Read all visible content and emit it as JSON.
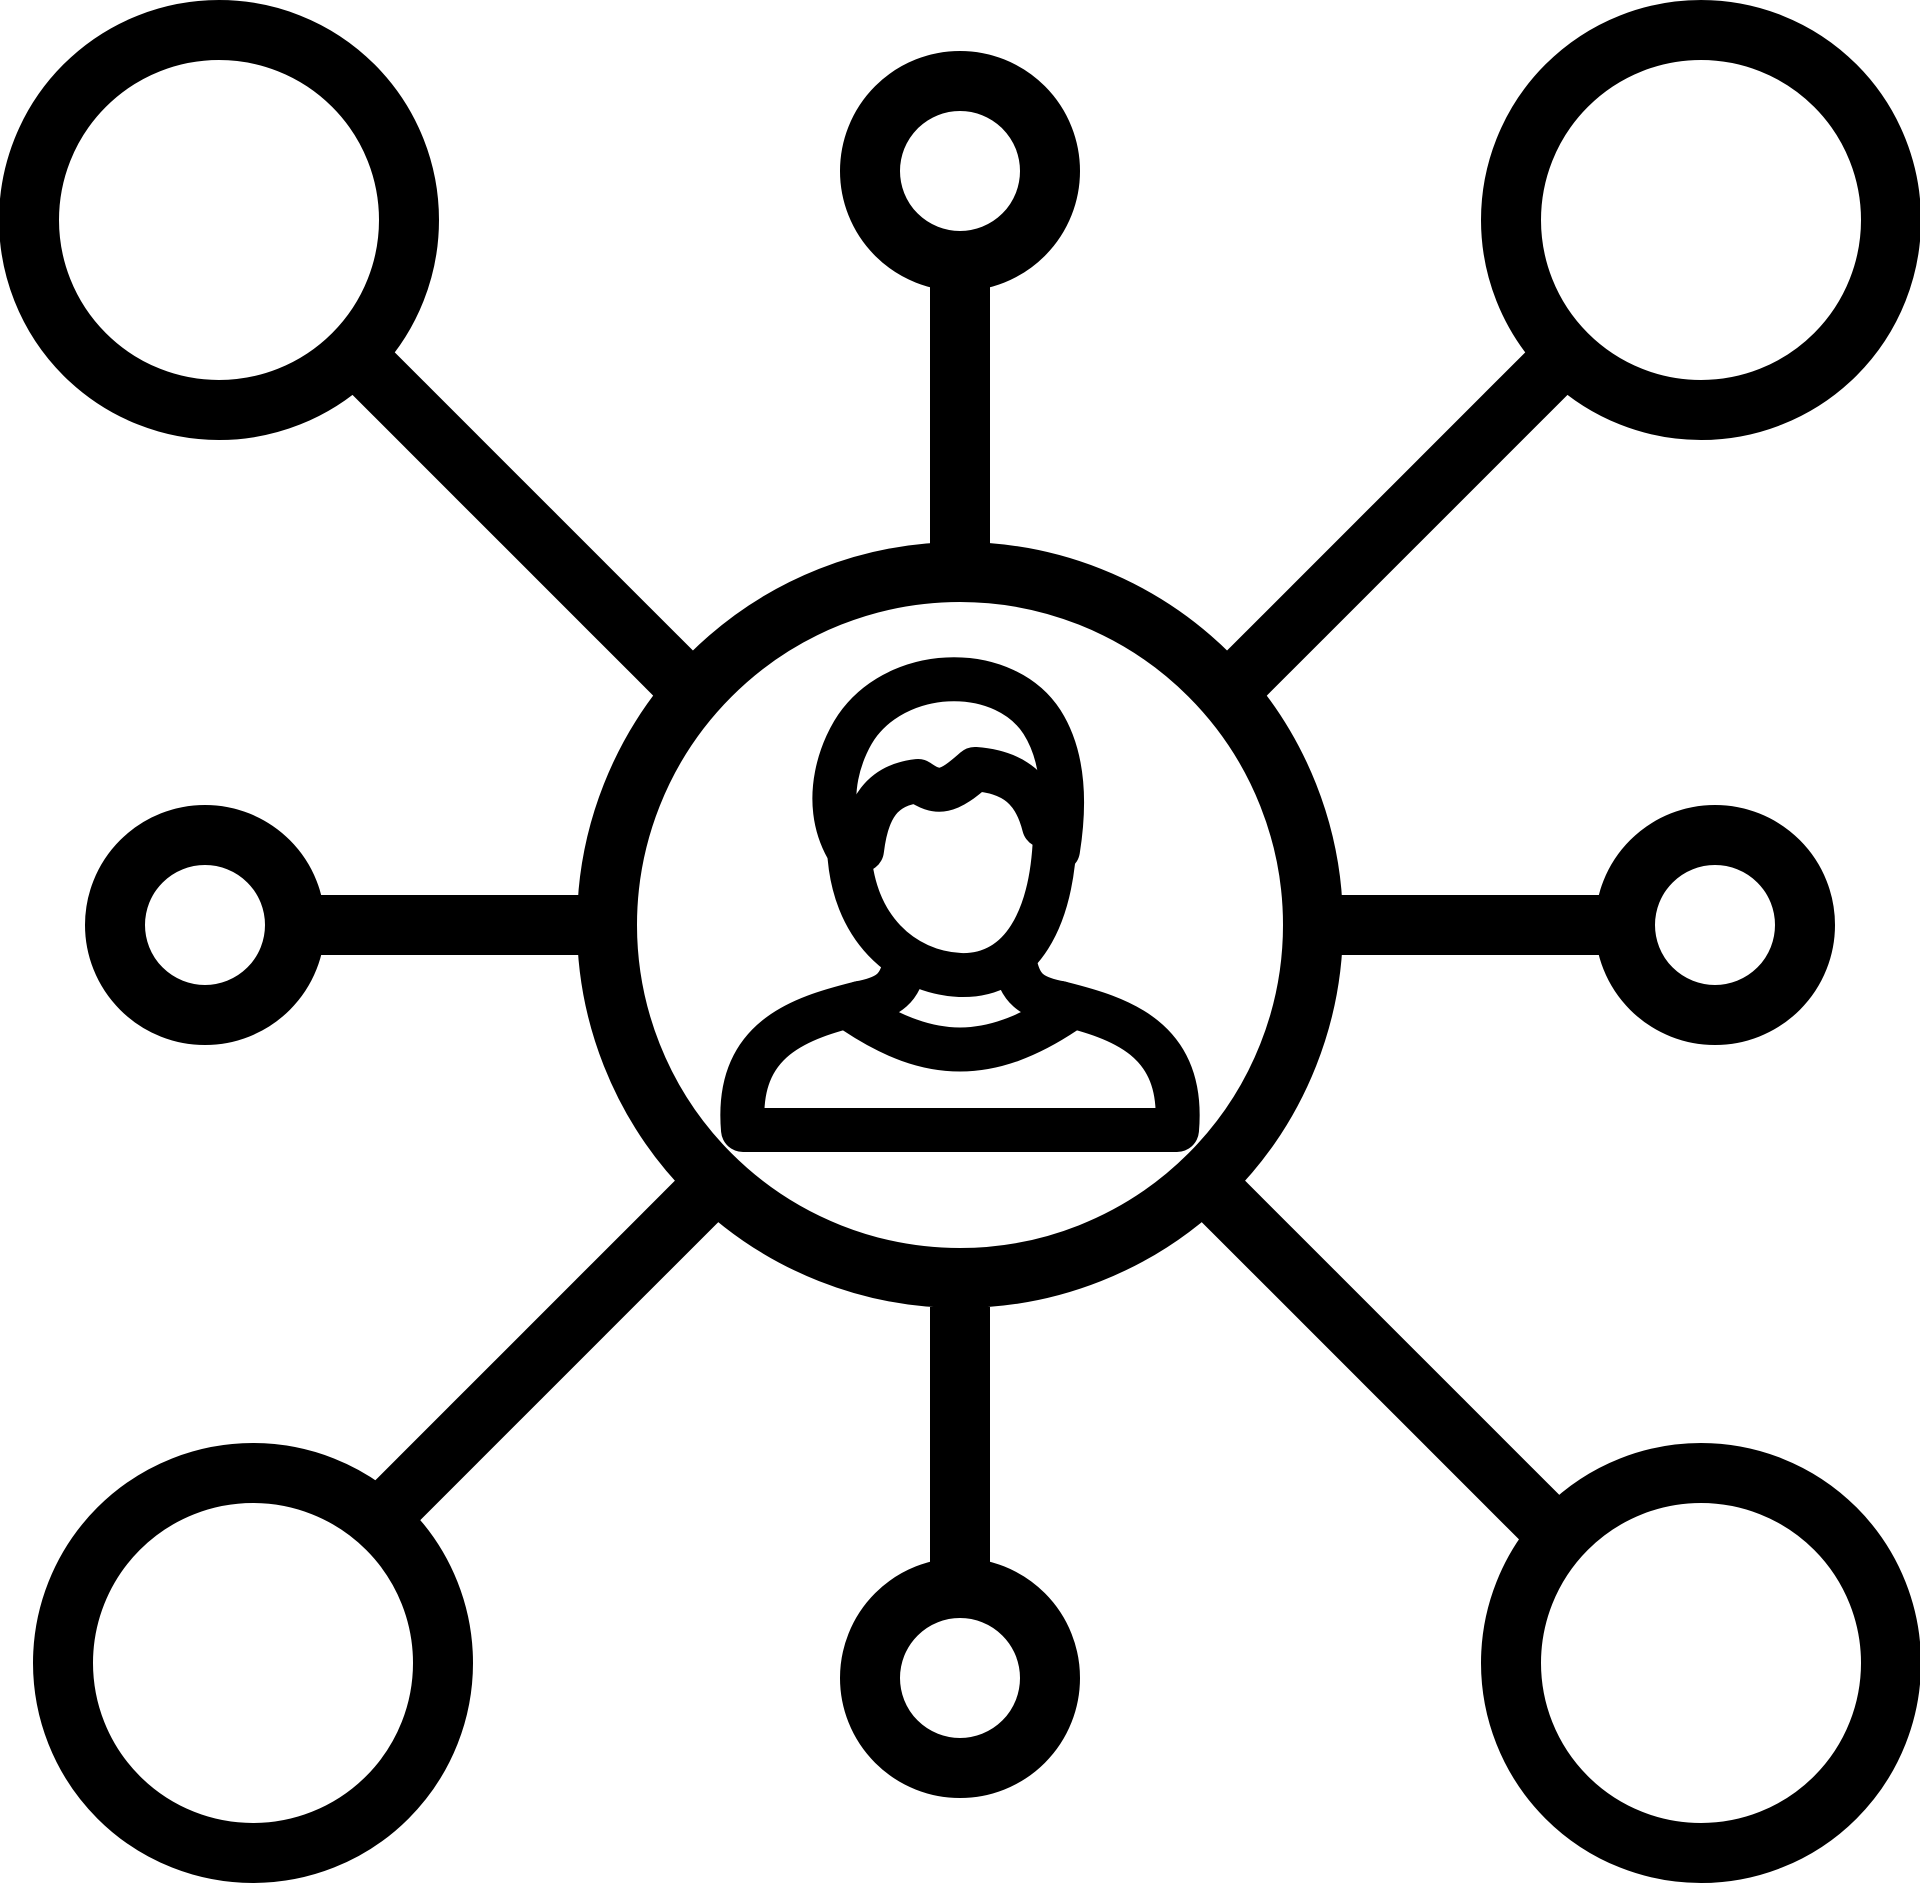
{
  "icon": {
    "name": "network-person-icon",
    "color": "#000000",
    "background": "#ffffff"
  },
  "center_node": {
    "icon": "user-icon"
  },
  "satellite_nodes": [
    {
      "id": "top-left",
      "size": "large"
    },
    {
      "id": "top",
      "size": "small"
    },
    {
      "id": "top-right",
      "size": "large"
    },
    {
      "id": "left",
      "size": "small"
    },
    {
      "id": "right",
      "size": "small"
    },
    {
      "id": "bottom-left",
      "size": "large"
    },
    {
      "id": "bottom",
      "size": "small"
    },
    {
      "id": "bottom-right",
      "size": "large"
    }
  ]
}
